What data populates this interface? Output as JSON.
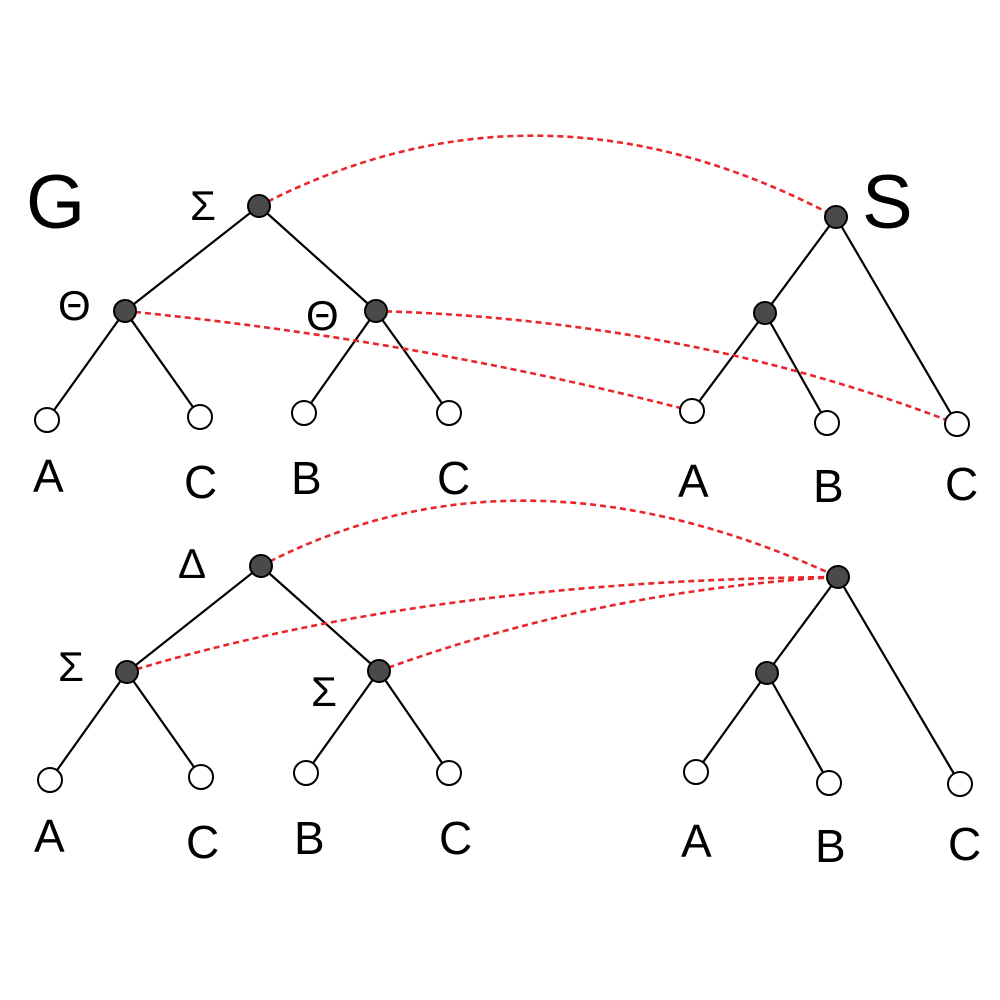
{
  "figure": {
    "gene_tree_label": "G",
    "species_tree_label": "S",
    "colors": {
      "edge": "#000000",
      "mapping": "#e8262b",
      "internal_node": "#4a4a4a",
      "leaf_node": "#ffffff"
    }
  },
  "panel_top": {
    "gene_tree": {
      "root_event": "Σ",
      "left_event": "Θ",
      "right_event": "Θ",
      "leaves": [
        "A",
        "C",
        "B",
        "C"
      ]
    },
    "species_tree": {
      "leaves": [
        "A",
        "B",
        "C"
      ]
    }
  },
  "panel_bottom": {
    "gene_tree": {
      "root_event": "Δ",
      "left_event": "Σ",
      "right_event": "Σ",
      "leaves": [
        "A",
        "C",
        "B",
        "C"
      ]
    },
    "species_tree": {
      "leaves": [
        "A",
        "B",
        "C"
      ]
    }
  }
}
